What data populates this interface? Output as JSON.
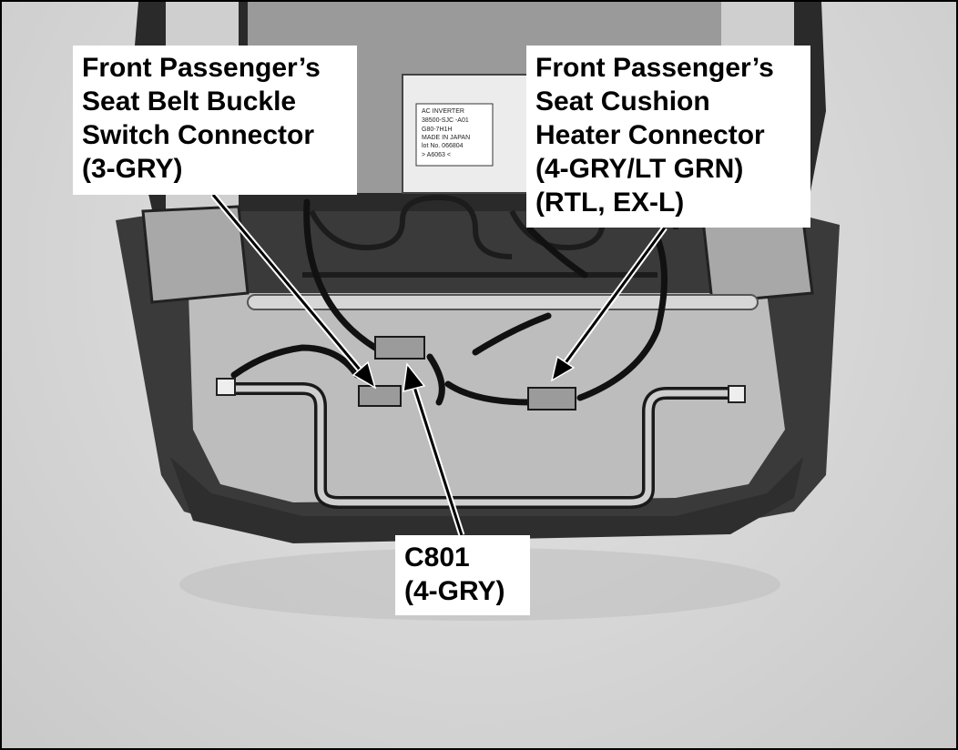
{
  "callouts": {
    "buckle_switch": {
      "lines": [
        "Front Passenger’s",
        "Seat Belt Buckle",
        "Switch Connector",
        "(3-GRY)"
      ]
    },
    "cushion_heater": {
      "lines": [
        "Front Passenger’s",
        "Seat Cushion",
        "Heater Connector",
        "(4-GRY/LT GRN)",
        "(RTL, EX-L)"
      ]
    },
    "c801": {
      "lines": [
        "C801",
        "(4-GRY)"
      ]
    }
  },
  "inverter_label": {
    "lines": [
      "AC INVERTER",
      "38500-SJC -A01",
      "G80-7H1H",
      "MADE IN JAPAN",
      "lot No. 066804",
      "> A6063 <"
    ]
  }
}
